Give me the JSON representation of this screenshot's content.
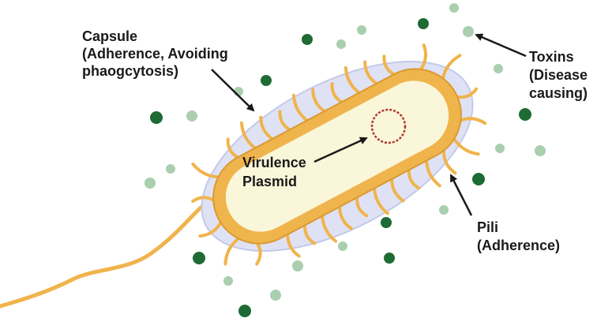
{
  "labels": {
    "capsule": [
      "Capsule",
      "(Adherence, Avoiding",
      "phaogcytosis)"
    ],
    "toxins": [
      "Toxins",
      "(Disease",
      "causing)"
    ],
    "plasmid": [
      "Virulence",
      "Plasmid"
    ],
    "pili": [
      "Pili",
      "(Adherence)"
    ]
  },
  "colors": {
    "capsule_fill": "#dfe2f4",
    "capsule_stroke": "#c4c9ea",
    "wall": "#f0b44c",
    "wall_stroke": "#d99a32",
    "cytoplasm": "#faf6d9",
    "plasmid": "#b3362e",
    "toxin_dark": "#1e6b34",
    "toxin_light": "#a9cfae",
    "arrow": "#1a1a1a"
  }
}
